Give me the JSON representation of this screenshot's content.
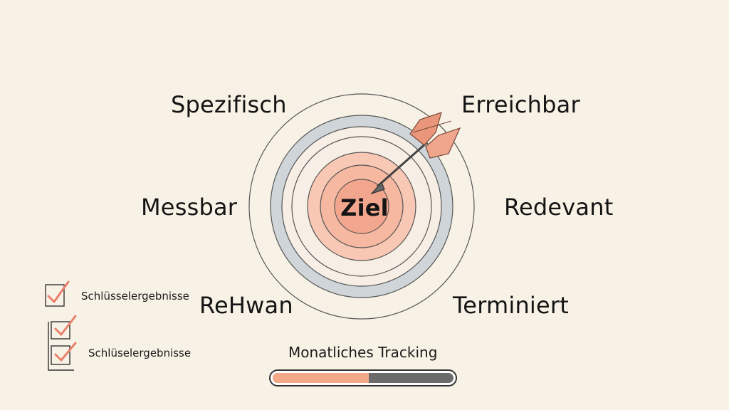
{
  "target": {
    "center_label": "Ziel",
    "ring_colors": {
      "outer_gray": "#cdd3d6",
      "inner_salmon": "#f6b49c",
      "center": "#f3a68e"
    },
    "arrow_color": "#e9967a"
  },
  "criteria": {
    "top_left": "Spezifisch",
    "top_right": "Erreichbar",
    "mid_left": "Messbar",
    "mid_right": "Redevant",
    "bottom_left": "ReHwan",
    "bottom_right": "Terminiert"
  },
  "checklist": [
    {
      "label": "Schlüsselergebnisse",
      "checked": true
    },
    {
      "label": "Schlüselergebnisse",
      "checked": true
    }
  ],
  "tracking": {
    "title": "Monatliches Tracking",
    "progress_fraction": 0.53,
    "fill_color": "#f3a888",
    "track_color": "#6b6b6b"
  }
}
